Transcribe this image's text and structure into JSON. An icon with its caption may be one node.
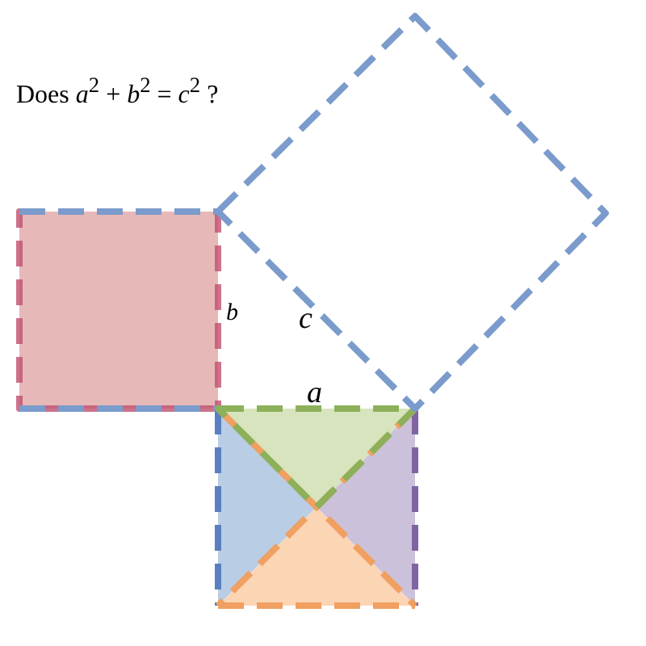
{
  "diagram": {
    "title": "Does *a*$^{2}$ + *b*$^{2}$ = *c*$^{2}$ ?",
    "labels": [
      "b",
      "c",
      "a"
    ]
  }
}
